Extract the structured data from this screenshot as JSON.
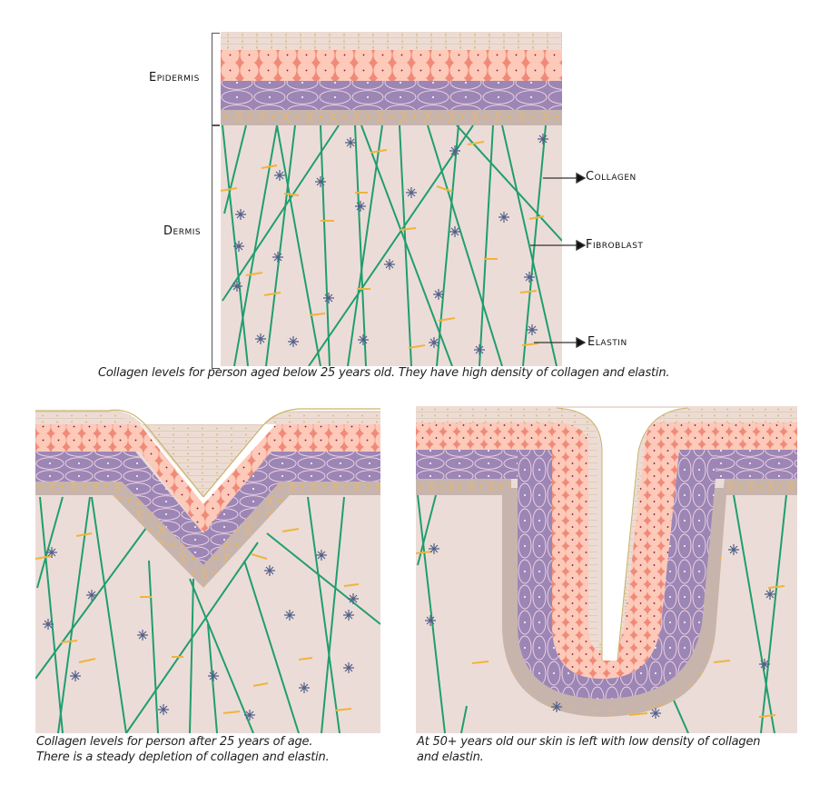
{
  "top_panel": {
    "layer_labels": {
      "epidermis": "Epidermis",
      "dermis": "Dermis"
    },
    "callouts": {
      "collagen": "Collagen",
      "fibroblast": "Fibroblast",
      "elastin": "Elastin"
    },
    "caption": "Collagen levels for person aged below 25 years old. They have high density of collagen and elastin."
  },
  "middle_panel": {
    "caption_line1": "Collagen levels for person after 25 years of age.",
    "caption_line2": "There is a steady depletion of collagen and elastin."
  },
  "right_panel": {
    "caption_line1": "At 50+ years old our skin is left with low density of collagen",
    "caption_line2": "and elastin."
  },
  "colors": {
    "dermis": "#ecdcd8",
    "stratum_corneum": "#ecdcd4",
    "granular_cells": "#fdc9b9",
    "granular_bg": "#f08a78",
    "spinous_cells": "#9c86b6",
    "basal_layer": "#c7b5ad",
    "collagen": "#1f9e6e",
    "fibroblast": "#4f5f88",
    "elastin": "#f0b43c"
  }
}
